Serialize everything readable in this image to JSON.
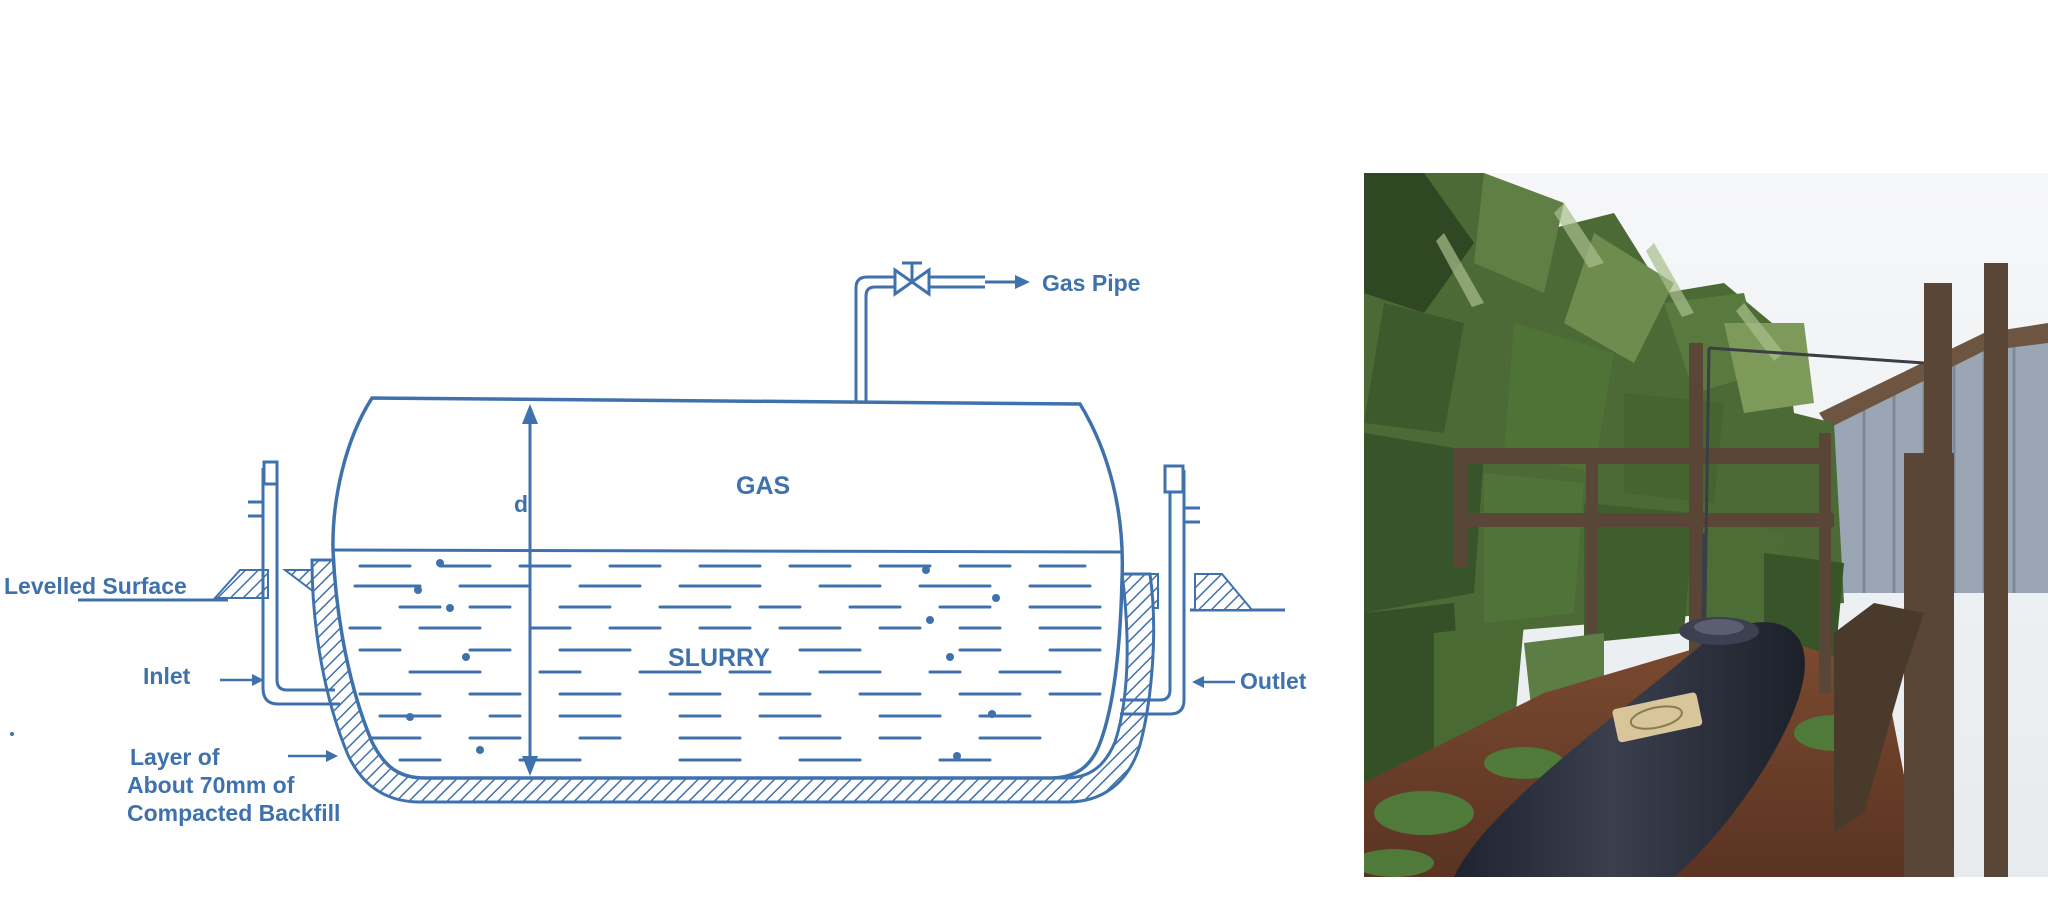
{
  "diagram": {
    "labels": {
      "gas_pipe": "Gas Pipe",
      "gas": "GAS",
      "slurry": "SLURRY",
      "depth": "d",
      "levelled_surface": "Levelled Surface",
      "inlet": "Inlet",
      "outlet": "Outlet",
      "backfill_line1": "Layer of",
      "backfill_line2": "About 70mm of",
      "backfill_line3": "Compacted Backfill"
    },
    "colors": {
      "ink": "#3f72ad",
      "paper": "#ffffff"
    }
  },
  "photo": {
    "colors": {
      "bag": "#2b2f3a",
      "foliage": "#3d5a2c",
      "sky": "#f4f5f6",
      "soil": "#6b3f2a",
      "wood": "#5a4636",
      "label": "#d8c69a"
    }
  }
}
